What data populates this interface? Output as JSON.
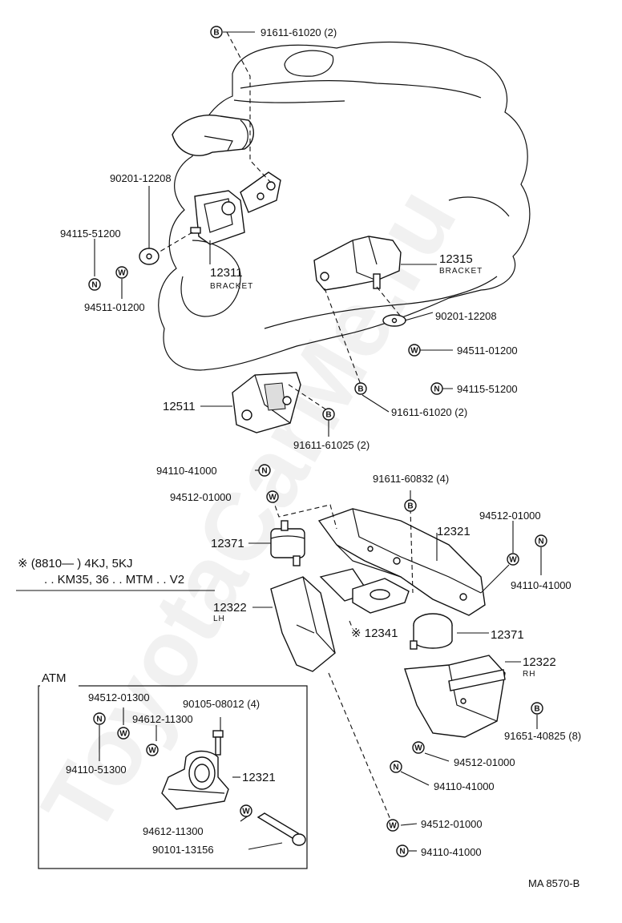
{
  "watermark": "ToyotaCarMe.ru",
  "diagram_code": "MA  8570-B",
  "labels": {
    "bolt_top": "91611-61020 (2)",
    "washer_plate_left": "90201-12208",
    "nut_left": "94115-51200",
    "washer_left": "94511-01200",
    "bracket_left_no": "12311",
    "bracket_left_word": "BRACKET",
    "bracket_right_no": "12315",
    "bracket_right_word": "BRACKET",
    "washer_plate_right": "90201-12208",
    "washer_right": "94511-01200",
    "nut_right": "94115-51200",
    "bolt_right": "91611-61020 (2)",
    "mount_front": "12511",
    "bolt_front": "91611-61025 (2)",
    "nut_lower": "94110-41000",
    "washer_lower": "94512-01000",
    "bolt_member": "91611-60832 (4)",
    "washer_member_r": "94512-01000",
    "nut_member_r": "94110-41000",
    "insulator_left": "12371",
    "member": "12321",
    "note_line1": "※ (8810—        ) 4KJ, 5KJ",
    "note_line2": ". . KM35, 36 . . MTM . . V2",
    "bracket_lh_no": "12322",
    "bracket_lh_side": "LH",
    "plate_note": "※ 12341",
    "insulator_right": "12371",
    "bracket_rh_no": "12322",
    "bracket_rh_side": "RH",
    "bolt_rh": "91651-40825 (8)",
    "washer_rh": "94512-01000",
    "nut_rh": "94110-41000",
    "washer_bottom": "94512-01000",
    "nut_bottom": "94110-41000"
  },
  "atm": {
    "title": "ATM",
    "washer_a": "94512-01300",
    "nut_a": "94110-51300",
    "washer_b": "94612-11300",
    "bolt_a": "90105-08012 (4)",
    "member": "12321",
    "washer_c": "94612-11300",
    "bolt_b": "90101-13156"
  },
  "symbols": {
    "bolt": "B",
    "nut": "N",
    "washer": "W"
  }
}
